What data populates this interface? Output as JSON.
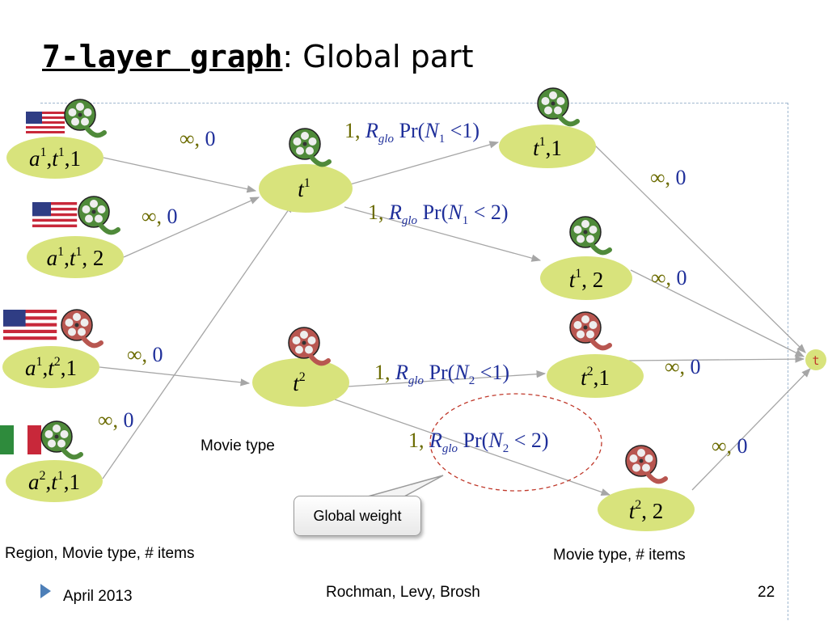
{
  "slide": {
    "title_main": "7-layer graph",
    "title_rest": ": Global part",
    "footer_date": "April 2013",
    "footer_authors": "Rochman,  Levy,  Brosh",
    "page_number": "22"
  },
  "labels": {
    "movie_type": "Movie type",
    "region_movie_items": "Region,  Movie type,  # items",
    "movie_type_items": "Movie type,  # items",
    "global_weight": "Global weight"
  },
  "nodes": {
    "a1t11": {
      "a": "a",
      "as": "1",
      "t": "t",
      "ts": "1",
      "n": "1"
    },
    "a1t12": {
      "a": "a",
      "as": "1",
      "t": "t",
      "ts": "1",
      "n": "2"
    },
    "a1t21": {
      "a": "a",
      "as": "1",
      "t": "t",
      "ts": "2",
      "n": "1"
    },
    "a2t11": {
      "a": "a",
      "as": "2",
      "t": "t",
      "ts": "1",
      "n": "1"
    },
    "t1": {
      "t": "t",
      "ts": "1"
    },
    "t2": {
      "t": "t",
      "ts": "2"
    },
    "t11": {
      "t": "t",
      "ts": "1",
      "n": "1"
    },
    "t12": {
      "t": "t",
      "ts": "1",
      "n": "2"
    },
    "t21": {
      "t": "t",
      "ts": "2",
      "n": "1"
    },
    "t22": {
      "t": "t",
      "ts": "2",
      "n": "2"
    },
    "sink": "t"
  },
  "edges": {
    "inf": "∞",
    "zero": "0",
    "one": "1",
    "r": "R",
    "glo": "glo",
    "pr": "Pr(",
    "nvar": "N",
    "lt": "<",
    "close": ")",
    "w1": {
      "sub": "1",
      "k": "1"
    },
    "w2": {
      "sub": "1",
      "k": "2"
    },
    "w3": {
      "sub": "2",
      "k": "1"
    },
    "w4": {
      "sub": "2",
      "k": "2"
    }
  },
  "colors": {
    "node_fill": "#d8e37c",
    "edge": "#a6a6a6",
    "blue_text": "#1f2f9a",
    "olive_text": "#6b6b00",
    "sink_text": "#c0392b",
    "reel_green": "#4f8a3a",
    "reel_red": "#b85650",
    "callout_dash": "#c0392b"
  },
  "icons": [
    "us-flag-icon",
    "italy-flag-icon",
    "film-reel-green-icon",
    "film-reel-red-icon"
  ]
}
